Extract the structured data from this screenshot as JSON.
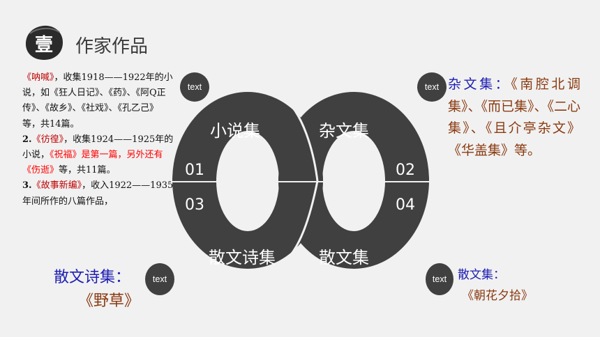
{
  "badge": "壹",
  "title": "作家作品",
  "works_text": {
    "p1_title": "《呐喊》",
    "p1_rest": "，收集1918——1922年的小说，如《狂人日记》、《药》、《阿Q正传》、《故乡》、《社戏》、《孔乙己》等，共14篇。",
    "p2_num": "2.",
    "p2_title": "《彷徨》",
    "p2_mid": "，收集1924——1925年的小说，",
    "p2_red": "《祝福》是第一篇，另外还有《伤逝》",
    "p2_end": "等，共11篇。",
    "p3_num": "3.",
    "p3_title": "《故事新编》",
    "p3_rest": "，收入1922——1935年间所作的八篇作品，"
  },
  "placeholders": {
    "top_left": "text",
    "top_right": "text",
    "bottom_left": "text",
    "bottom_right": "text"
  },
  "diagram": {
    "q1_label": "小说集",
    "q1_num": "01",
    "q2_label": "杂文集",
    "q2_num": "02",
    "q3_label": "散文诗集",
    "q3_num": "03",
    "q4_label": "散文集",
    "q4_num": "04"
  },
  "zawen": {
    "label": "杂文集：",
    "content": "《南腔北调集》、《而已集》、《二心集》、《且介亭杂文》《华盖集》等。"
  },
  "sanwenshi": {
    "label": "散文诗集：",
    "content": "《野草》"
  },
  "sanwen": {
    "label": "散文集：",
    "content": "《朝花夕拾》"
  },
  "colors": {
    "dark_gray": "#404040",
    "blue_label": "#1d1db3",
    "brown_text": "#8a3a10",
    "red_text": "#ff0000"
  }
}
